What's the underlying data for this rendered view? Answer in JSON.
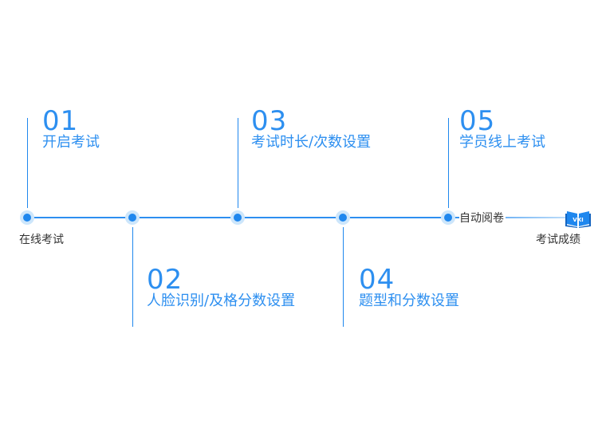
{
  "steps": [
    {
      "number": "01",
      "label": "开启考试"
    },
    {
      "number": "02",
      "label": "人脸识别/及格分数设置"
    },
    {
      "number": "03",
      "label": "考试时长/次数设置"
    },
    {
      "number": "04",
      "label": "题型和分数设置"
    },
    {
      "number": "05",
      "label": "学员线上考试"
    }
  ],
  "start_label": "在线考试",
  "auto_grade_label": "自动阅卷",
  "end_label": "考试成绩",
  "colors": {
    "accent": "#2d8ff0",
    "node": "#1f87ee",
    "halo": "#cde6fb",
    "text": "#333333"
  },
  "icons": {
    "end": "open-book-icon"
  }
}
